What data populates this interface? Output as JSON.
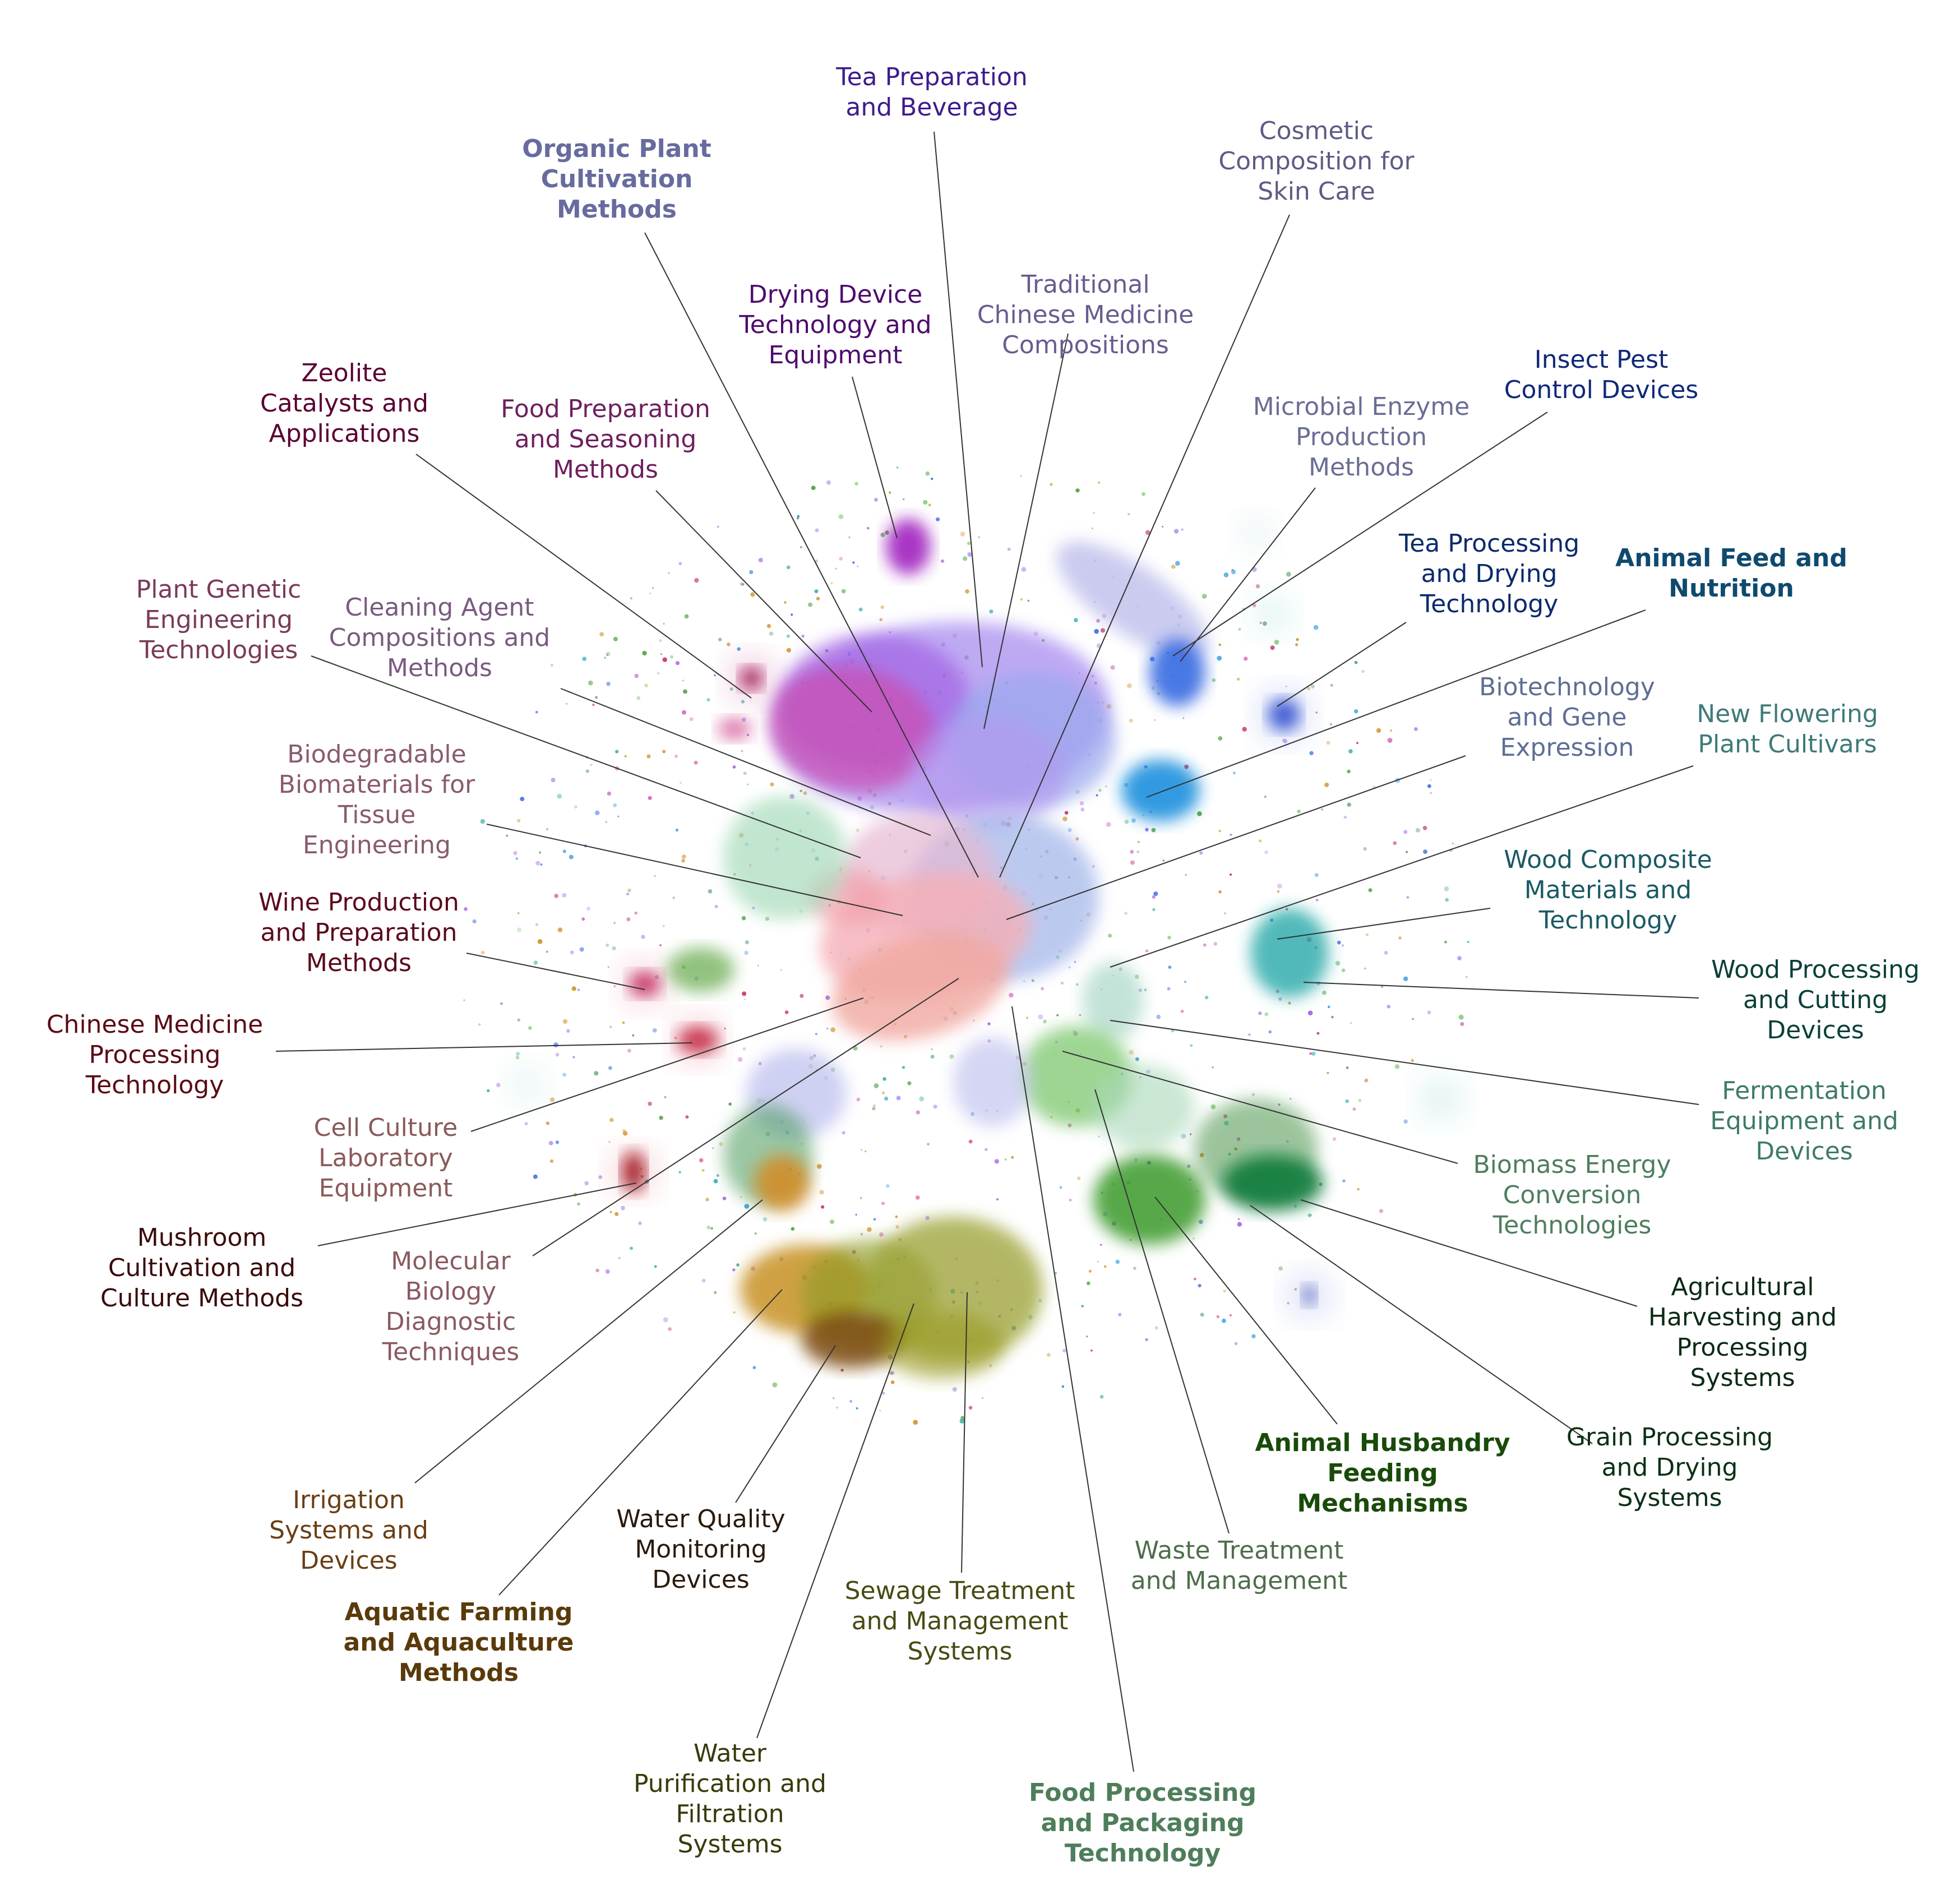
{
  "labels": [
    {
      "id": "tea-preparation",
      "lines": [
        "Tea Preparation",
        "and Beverage"
      ],
      "color": "#3d1c8c",
      "bold": false
    },
    {
      "id": "organic-plant",
      "lines": [
        "Organic Plant",
        "Cultivation",
        "Methods"
      ],
      "color": "#676b9e",
      "bold": true
    },
    {
      "id": "cosmetic",
      "lines": [
        "Cosmetic",
        "Composition for",
        "Skin Care"
      ],
      "color": "#5c5c84",
      "bold": false
    },
    {
      "id": "drying-device",
      "lines": [
        "Drying Device",
        "Technology and",
        "Equipment"
      ],
      "color": "#4d0b6e",
      "bold": false
    },
    {
      "id": "tcm-compositions",
      "lines": [
        "Traditional",
        "Chinese Medicine",
        "Compositions"
      ],
      "color": "#6b5b8e",
      "bold": false
    },
    {
      "id": "zeolite",
      "lines": [
        "Zeolite",
        "Catalysts and",
        "Applications"
      ],
      "color": "#5a0032",
      "bold": false
    },
    {
      "id": "food-preparation",
      "lines": [
        "Food Preparation",
        "and Seasoning",
        "Methods"
      ],
      "color": "#6e1f5e",
      "bold": false
    },
    {
      "id": "insect-pest",
      "lines": [
        "Insect Pest",
        "Control Devices"
      ],
      "color": "#10287a",
      "bold": false
    },
    {
      "id": "microbial-enzyme",
      "lines": [
        "Microbial Enzyme",
        "Production",
        "Methods"
      ],
      "color": "#6a6e94",
      "bold": false
    },
    {
      "id": "tea-processing",
      "lines": [
        "Tea Processing",
        "and Drying",
        "Technology"
      ],
      "color": "#0b2a6b",
      "bold": false
    },
    {
      "id": "animal-feed",
      "lines": [
        "Animal Feed and",
        "Nutrition"
      ],
      "color": "#0f4a6e",
      "bold": true
    },
    {
      "id": "plant-genetic",
      "lines": [
        "Plant Genetic",
        "Engineering",
        "Technologies"
      ],
      "color": "#7a3a5a",
      "bold": false
    },
    {
      "id": "cleaning-agent",
      "lines": [
        "Cleaning Agent",
        "Compositions and",
        "Methods"
      ],
      "color": "#7a5a80",
      "bold": false
    },
    {
      "id": "biotech-gene",
      "lines": [
        "Biotechnology",
        "and Gene",
        "Expression"
      ],
      "color": "#5e6e94",
      "bold": false
    },
    {
      "id": "new-flowering",
      "lines": [
        "New Flowering",
        "Plant Cultivars"
      ],
      "color": "#3e7a78",
      "bold": false
    },
    {
      "id": "biodegradable",
      "lines": [
        "Biodegradable",
        "Biomaterials for",
        "Tissue",
        "Engineering"
      ],
      "color": "#8a5a70",
      "bold": false
    },
    {
      "id": "wood-composite",
      "lines": [
        "Wood Composite",
        "Materials and",
        "Technology"
      ],
      "color": "#1a5a64",
      "bold": false
    },
    {
      "id": "wine-production",
      "lines": [
        "Wine Production",
        "and Preparation",
        "Methods"
      ],
      "color": "#5a0a1a",
      "bold": false
    },
    {
      "id": "wood-processing",
      "lines": [
        "Wood Processing",
        "and Cutting",
        "Devices"
      ],
      "color": "#0a3f3a",
      "bold": false
    },
    {
      "id": "chinese-medicine-processing",
      "lines": [
        "Chinese Medicine",
        "Processing",
        "Technology"
      ],
      "color": "#5a0a14",
      "bold": false
    },
    {
      "id": "fermentation",
      "lines": [
        "Fermentation",
        "Equipment and",
        "Devices"
      ],
      "color": "#3e7a6a",
      "bold": false
    },
    {
      "id": "cell-culture",
      "lines": [
        "Cell Culture",
        "Laboratory",
        "Equipment"
      ],
      "color": "#8a5a5a",
      "bold": false
    },
    {
      "id": "biomass-energy",
      "lines": [
        "Biomass Energy",
        "Conversion",
        "Technologies"
      ],
      "color": "#4e7e5e",
      "bold": false
    },
    {
      "id": "mushroom",
      "lines": [
        "Mushroom",
        "Cultivation and",
        "Culture Methods"
      ],
      "color": "#3a0a0a",
      "bold": false
    },
    {
      "id": "molecular-biology",
      "lines": [
        "Molecular",
        "Biology",
        "Diagnostic",
        "Techniques"
      ],
      "color": "#8a5a60",
      "bold": false
    },
    {
      "id": "agricultural-harvesting",
      "lines": [
        "Agricultural",
        "Harvesting and",
        "Processing",
        "Systems"
      ],
      "color": "#0a2a14",
      "bold": false
    },
    {
      "id": "animal-husbandry",
      "lines": [
        "Animal Husbandry",
        "Feeding",
        "Mechanisms"
      ],
      "color": "#1a4a0a",
      "bold": true
    },
    {
      "id": "grain-processing",
      "lines": [
        "Grain Processing",
        "and Drying",
        "Systems"
      ],
      "color": "#0a3014",
      "bold": false
    },
    {
      "id": "irrigation",
      "lines": [
        "Irrigation",
        "Systems and",
        "Devices"
      ],
      "color": "#6a3e14",
      "bold": false
    },
    {
      "id": "water-quality",
      "lines": [
        "Water Quality",
        "Monitoring",
        "Devices"
      ],
      "color": "#2a1a0a",
      "bold": false
    },
    {
      "id": "waste-treatment",
      "lines": [
        "Waste Treatment",
        "and Management"
      ],
      "color": "#4e6e4a",
      "bold": false
    },
    {
      "id": "aquatic-farming",
      "lines": [
        "Aquatic Farming",
        "and Aquaculture",
        "Methods"
      ],
      "color": "#5a3a0a",
      "bold": true
    },
    {
      "id": "sewage-treatment",
      "lines": [
        "Sewage Treatment",
        "and Management",
        "Systems"
      ],
      "color": "#4a4a14",
      "bold": false
    },
    {
      "id": "water-purification",
      "lines": [
        "Water",
        "Purification and",
        "Filtration",
        "Systems"
      ],
      "color": "#3a3a0a",
      "bold": false
    },
    {
      "id": "food-processing",
      "lines": [
        "Food Processing",
        "and Packaging",
        "Technology"
      ],
      "color": "#4e7e5a",
      "bold": true
    }
  ]
}
